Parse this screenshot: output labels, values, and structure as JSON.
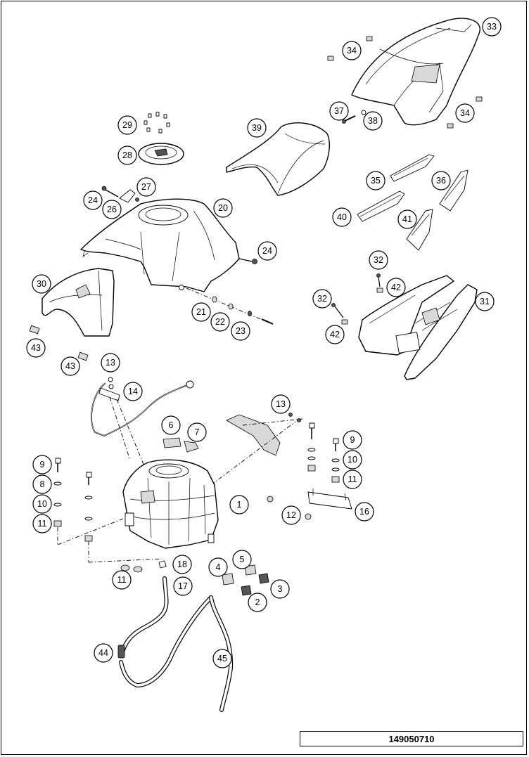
{
  "drawing_number": "149050710",
  "callouts": [
    {
      "label": "1"
    },
    {
      "label": "2"
    },
    {
      "label": "3"
    },
    {
      "label": "4"
    },
    {
      "label": "5"
    },
    {
      "label": "6"
    },
    {
      "label": "7"
    },
    {
      "label": "8"
    },
    {
      "label": "9"
    },
    {
      "label": "9"
    },
    {
      "label": "10"
    },
    {
      "label": "10"
    },
    {
      "label": "11"
    },
    {
      "label": "11"
    },
    {
      "label": "11"
    },
    {
      "label": "12"
    },
    {
      "label": "13"
    },
    {
      "label": "13"
    },
    {
      "label": "14"
    },
    {
      "label": "16"
    },
    {
      "label": "17"
    },
    {
      "label": "18"
    },
    {
      "label": "20"
    },
    {
      "label": "21"
    },
    {
      "label": "22"
    },
    {
      "label": "23"
    },
    {
      "label": "24"
    },
    {
      "label": "24"
    },
    {
      "label": "26"
    },
    {
      "label": "27"
    },
    {
      "label": "28"
    },
    {
      "label": "29"
    },
    {
      "label": "30"
    },
    {
      "label": "31"
    },
    {
      "label": "32"
    },
    {
      "label": "32"
    },
    {
      "label": "33"
    },
    {
      "label": "34"
    },
    {
      "label": "34"
    },
    {
      "label": "35"
    },
    {
      "label": "36"
    },
    {
      "label": "37"
    },
    {
      "label": "38"
    },
    {
      "label": "39"
    },
    {
      "label": "40"
    },
    {
      "label": "41"
    },
    {
      "label": "42"
    },
    {
      "label": "42"
    },
    {
      "label": "43"
    },
    {
      "label": "43"
    },
    {
      "label": "44"
    },
    {
      "label": "45"
    }
  ]
}
